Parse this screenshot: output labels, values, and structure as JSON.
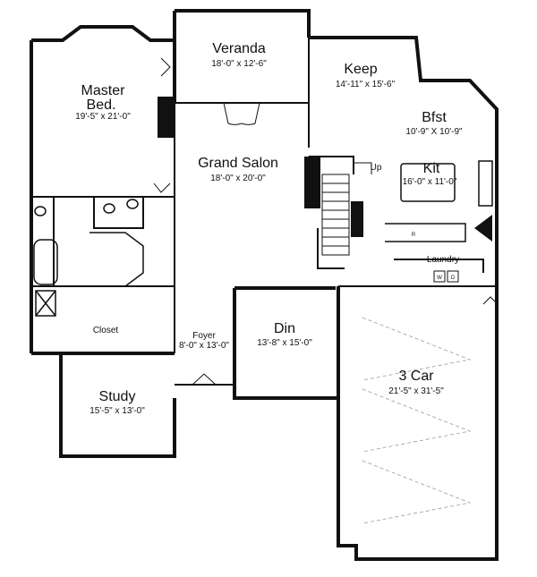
{
  "rooms": {
    "veranda": {
      "name": "Veranda",
      "dims": "18'-0\" x 12'-6\""
    },
    "master_bed": {
      "name_line1": "Master",
      "name_line2": "Bed.",
      "dims": "19'-5\" x 21'-0\""
    },
    "keep": {
      "name": "Keep",
      "dims": "14'-11\" x 15'-6\""
    },
    "bfst": {
      "name": "Bfst",
      "dims": "10'-9\" X 10'-9\""
    },
    "grand_salon": {
      "name": "Grand Salon",
      "dims": "18'-0\" x 20'-0\""
    },
    "kit": {
      "name": "Kit",
      "dims": "16'-0\" x 11'-0\""
    },
    "laundry": {
      "name": "Laundry"
    },
    "closet": {
      "name": "Closet"
    },
    "foyer": {
      "name": "Foyer",
      "dims": "8'-0\" x 13'-0\""
    },
    "din": {
      "name": "Din",
      "dims": "13'-8\" x 15'-0\""
    },
    "garage": {
      "name": "3 Car",
      "dims": "21'-5\" x 31'-5\""
    },
    "study": {
      "name": "Study",
      "dims": "15'-5\" x 13'-0\""
    }
  },
  "stair_label": "Up",
  "appliance_labels": {
    "refrigerator": "R",
    "washer": "W",
    "dryer": "D"
  }
}
